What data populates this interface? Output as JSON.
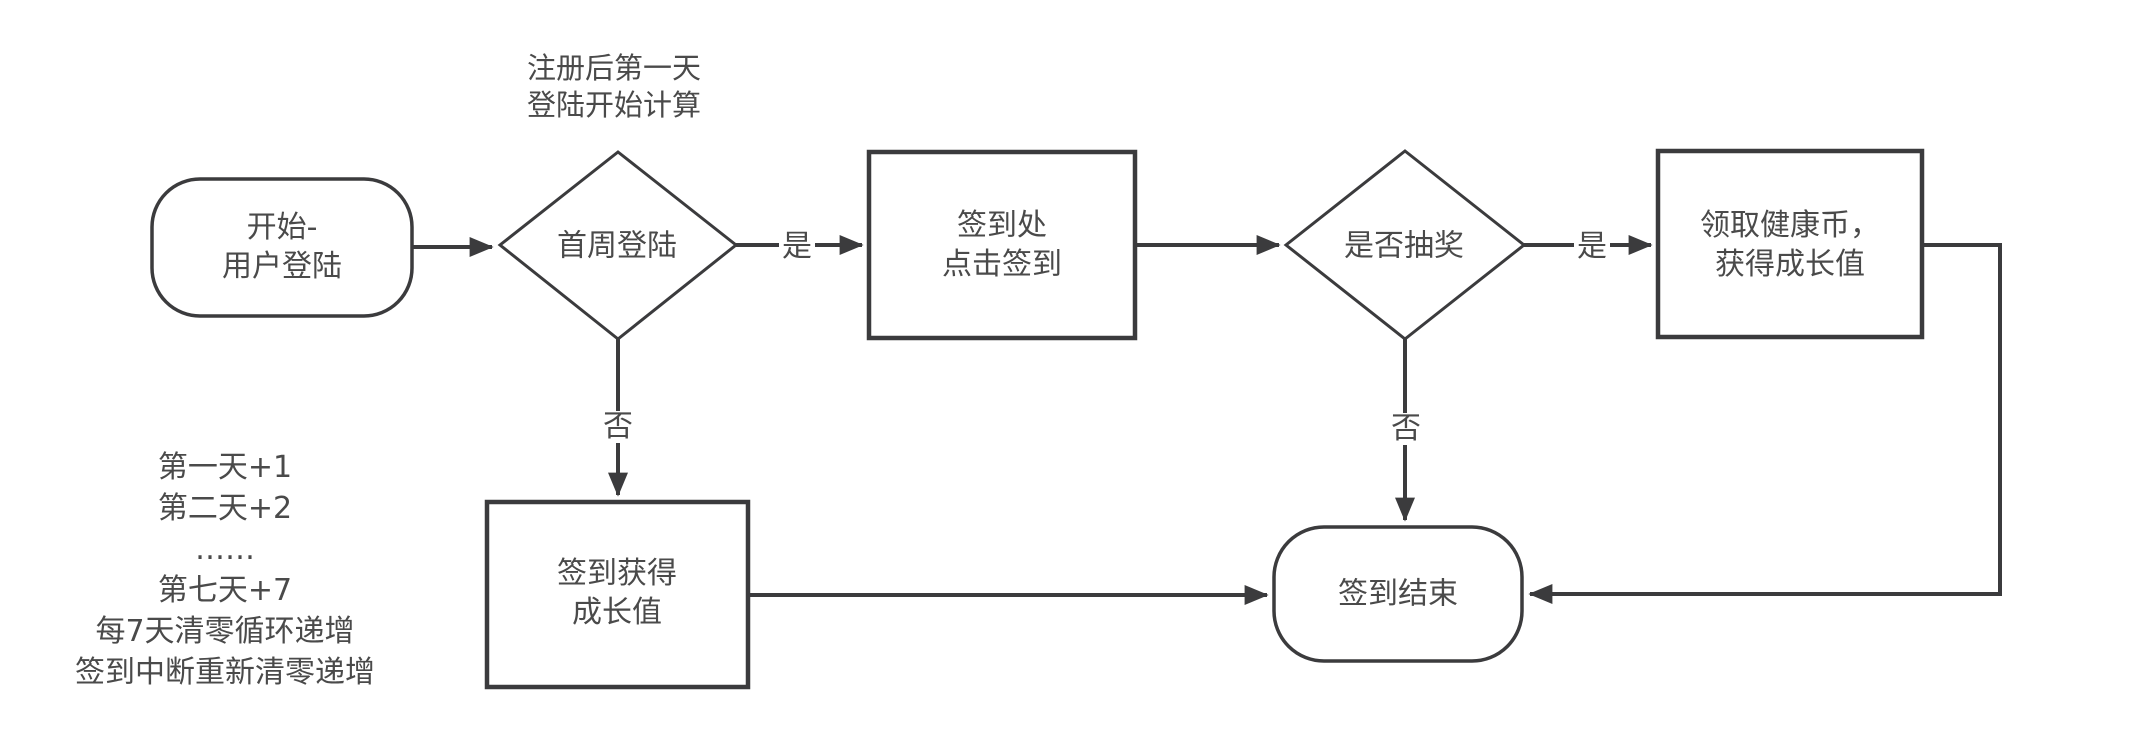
{
  "diagram": {
    "title_hint": "sign-in flow chart",
    "colors": {
      "stroke": "#3b3b3d",
      "text": "#4a4a4a",
      "background": "#ffffff"
    },
    "nodes": {
      "start": {
        "line1": "开始-",
        "line2": "用户登陆"
      },
      "first_week_login": {
        "label": "首周登陆"
      },
      "click_checkin": {
        "line1": "签到处",
        "line2": "点击签到"
      },
      "lottery_decision": {
        "label": "是否抽奖"
      },
      "receive_coins": {
        "line1": "领取健康币，",
        "line2": "获得成长值"
      },
      "checkin_growth": {
        "line1": "签到获得",
        "line2": "成长值"
      },
      "end": {
        "label": "签到结束"
      }
    },
    "edge_labels": {
      "first_week_yes": "是",
      "first_week_no": "否",
      "lottery_yes": "是",
      "lottery_no": "否"
    },
    "annotation": {
      "line1": "注册后第一天",
      "line2": "登陆开始计算"
    },
    "note": {
      "lines": [
        "第一天+1",
        "第二天+2",
        "……",
        "第七天+7",
        "每7天清零循环递增",
        "签到中断重新清零递增"
      ]
    }
  }
}
